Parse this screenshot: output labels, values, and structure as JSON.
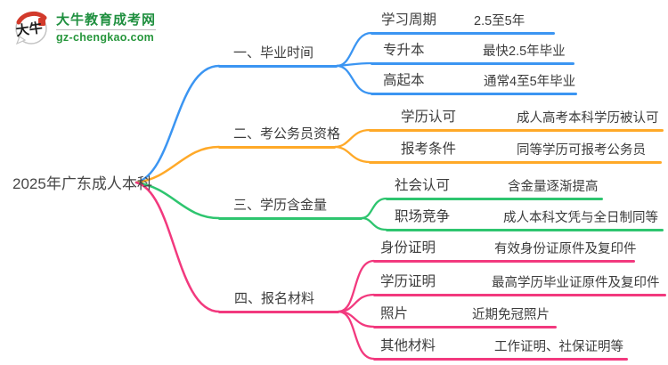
{
  "site": {
    "logo_title": "大牛教育成考网",
    "logo_domain": "gz-chengkao.com",
    "logo_mark_text": "大牛",
    "brand_green": "#1f8f3f"
  },
  "mindmap": {
    "root": {
      "label": "2025年广东成人本科"
    },
    "branches": [
      {
        "label": "一、毕业时间",
        "color": "#3b95f2",
        "children": [
          {
            "label": "学习周期",
            "value": "2.5至5年"
          },
          {
            "label": "专升本",
            "value": "最快2.5年毕业"
          },
          {
            "label": "高起本",
            "value": "通常4至5年毕业"
          }
        ]
      },
      {
        "label": "二、考公务员资格",
        "color": "#ffa928",
        "children": [
          {
            "label": "学历认可",
            "value": "成人高考本科学历被认可"
          },
          {
            "label": "报考条件",
            "value": "同等学历可报考公务员"
          }
        ]
      },
      {
        "label": "三、学历含金量",
        "color": "#2ec56f",
        "children": [
          {
            "label": "社会认可",
            "value": "含金量逐渐提高"
          },
          {
            "label": "职场竞争",
            "value": "成人本科文凭与全日制同等"
          }
        ]
      },
      {
        "label": "四、报名材料",
        "color": "#f2397e",
        "children": [
          {
            "label": "身份证明",
            "value": "有效身份证原件及复印件"
          },
          {
            "label": "学历证明",
            "value": "最高学历毕业证原件及复印件"
          },
          {
            "label": "照片",
            "value": "近期免冠照片"
          },
          {
            "label": "其他材料",
            "value": "工作证明、社保证明等"
          }
        ]
      }
    ]
  }
}
